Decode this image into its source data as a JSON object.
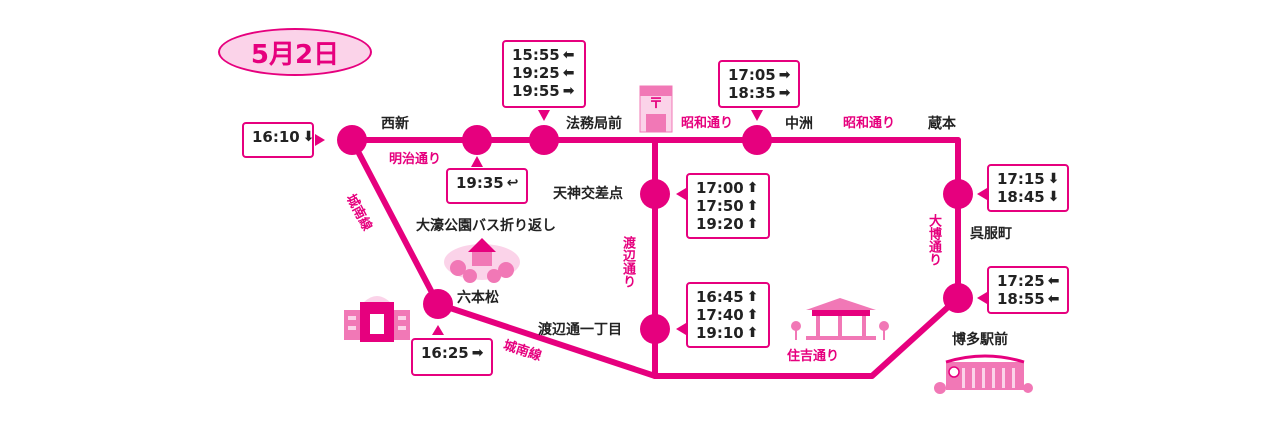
{
  "date": "5月2日",
  "colors": {
    "route": "#e6007e",
    "pill_fill": "#fbd3e9",
    "landmark": "#f178b6"
  },
  "stops": {
    "nishijin": "西新",
    "houmukyoku": "法務局前",
    "nakasu": "中洲",
    "kuramoto": "蔵本",
    "gofukumachi": "呉服町",
    "tenjin": "天神交差点",
    "ohori_turn": "大濠公園バス折り返し",
    "ropponmatsu": "六本松",
    "watanabe_1": "渡辺通一丁目",
    "hakata": "博多駅前"
  },
  "streets": {
    "meiji": "明治通り",
    "showa_1": "昭和通り",
    "showa_2": "昭和通り",
    "jonan_1": "城南線",
    "jonan_2": "城南線",
    "watanabe": "渡辺通り",
    "taihaku": "大博通り",
    "sumiyoshi": "住吉通り"
  },
  "times": {
    "nishijin": [
      {
        "t": "16:10",
        "dir": "⬇"
      }
    ],
    "ohori": [
      {
        "t": "19:35",
        "dir": "↩"
      }
    ],
    "houmukyoku": [
      {
        "t": "15:55",
        "dir": "⬅"
      },
      {
        "t": "19:25",
        "dir": "⬅"
      },
      {
        "t": "19:55",
        "dir": "➡"
      }
    ],
    "nakasu": [
      {
        "t": "17:05",
        "dir": "➡"
      },
      {
        "t": "18:35",
        "dir": "➡"
      }
    ],
    "tenjin": [
      {
        "t": "17:00",
        "dir": "⬆"
      },
      {
        "t": "17:50",
        "dir": "⬆"
      },
      {
        "t": "19:20",
        "dir": "⬆"
      }
    ],
    "watanabe": [
      {
        "t": "16:45",
        "dir": "⬆"
      },
      {
        "t": "17:40",
        "dir": "⬆"
      },
      {
        "t": "19:10",
        "dir": "⬆"
      }
    ],
    "gofukumachi": [
      {
        "t": "17:15",
        "dir": "⬇"
      },
      {
        "t": "18:45",
        "dir": "⬇"
      }
    ],
    "hakata": [
      {
        "t": "17:25",
        "dir": "⬅"
      },
      {
        "t": "18:55",
        "dir": "⬅"
      }
    ],
    "ropponmatsu": [
      {
        "t": "16:25",
        "dir": "➡"
      }
    ]
  },
  "icons": [
    "post-office-icon",
    "castle-park-icon",
    "school-building-icon",
    "shrine-icon",
    "station-building-icon"
  ]
}
